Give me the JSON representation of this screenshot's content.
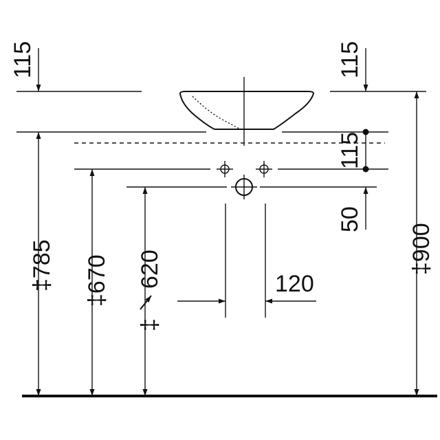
{
  "dimensions": {
    "top_left": "115",
    "top_right": "115",
    "right_mid": "115",
    "right_low": "50",
    "h785": "‡785",
    "h670": "‡670",
    "h620": "620",
    "h620_mark": "‡",
    "h900": "‡900",
    "pipe_gap": "120"
  },
  "colors": {
    "ink": "#111111",
    "paper": "#ffffff"
  }
}
